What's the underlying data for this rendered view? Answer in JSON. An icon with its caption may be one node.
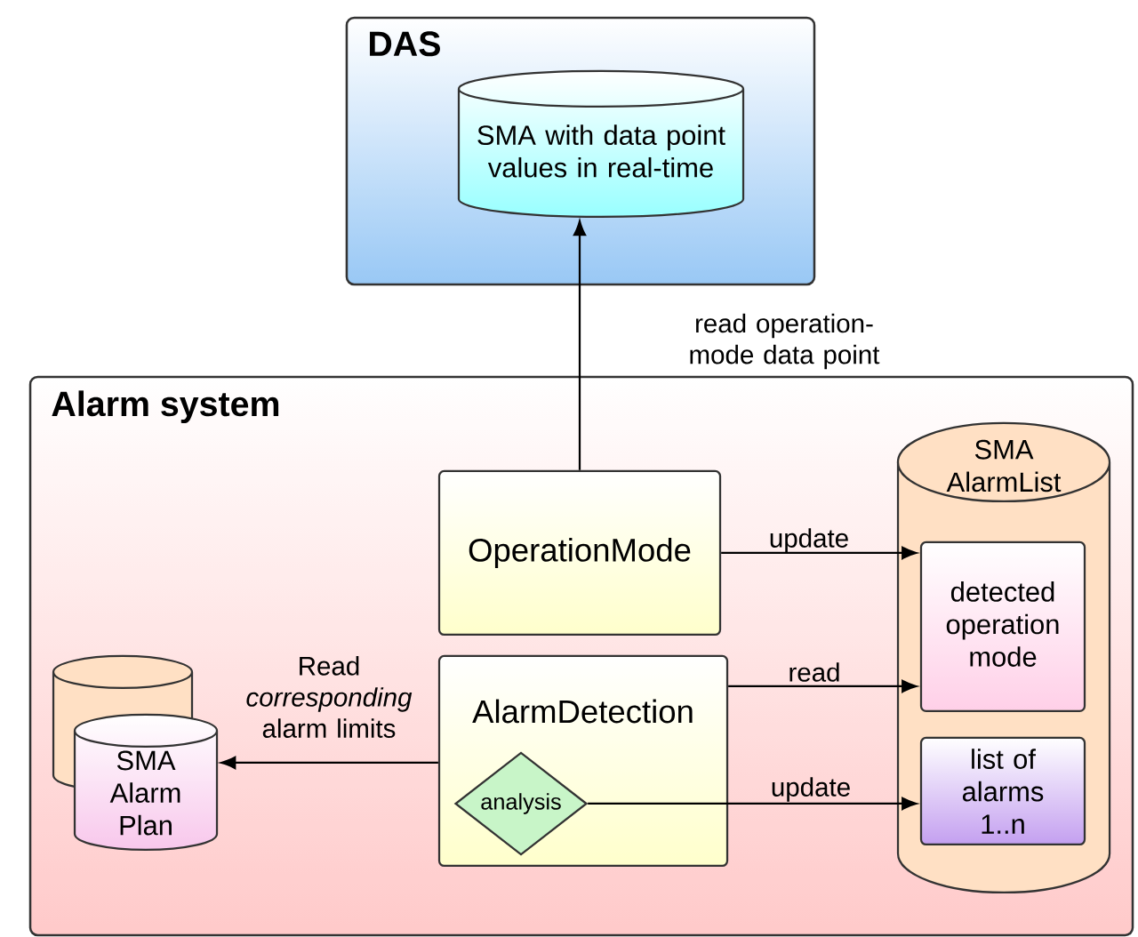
{
  "diagram": {
    "nodes": [
      {
        "text": [
          "DAS"
        ]
      },
      {
        "text": [
          "SMA with data point values in real-time"
        ],
        "in": 0
      },
      {
        "text": [
          "Alarm system"
        ]
      },
      {
        "text": [
          "OperationMode"
        ],
        "in": 2
      },
      {
        "text": [
          "AlarmDetection"
        ],
        "in": 2
      },
      {
        "text": [
          "analysis"
        ],
        "in": 4
      },
      {
        "text": [
          "SMA AlarmList"
        ],
        "in": 2
      },
      {
        "text": [
          "detected operation mode"
        ],
        "in": 6
      },
      {
        "text": [
          "list of alarms 1..n"
        ],
        "in": 6
      },
      {
        "text": [],
        "shape": "cylinder",
        "in": 2
      },
      {
        "text": [
          "SMA Alarm Plan"
        ],
        "in": 2
      }
    ],
    "edges": [
      {
        "from": 3,
        "to": 1,
        "arrow": "to",
        "label": "read operation-mode data point"
      },
      {
        "from": 3,
        "to": 7,
        "arrow": "to",
        "label": "update"
      },
      {
        "from": 4,
        "to": 7,
        "arrow": "to",
        "label": "read"
      },
      {
        "from": 5,
        "to": 8,
        "arrow": "to",
        "label": "update"
      },
      {
        "from": 4,
        "to": 10,
        "arrow": "to",
        "label": "Read *corresponding* alarm limits"
      }
    ]
  }
}
